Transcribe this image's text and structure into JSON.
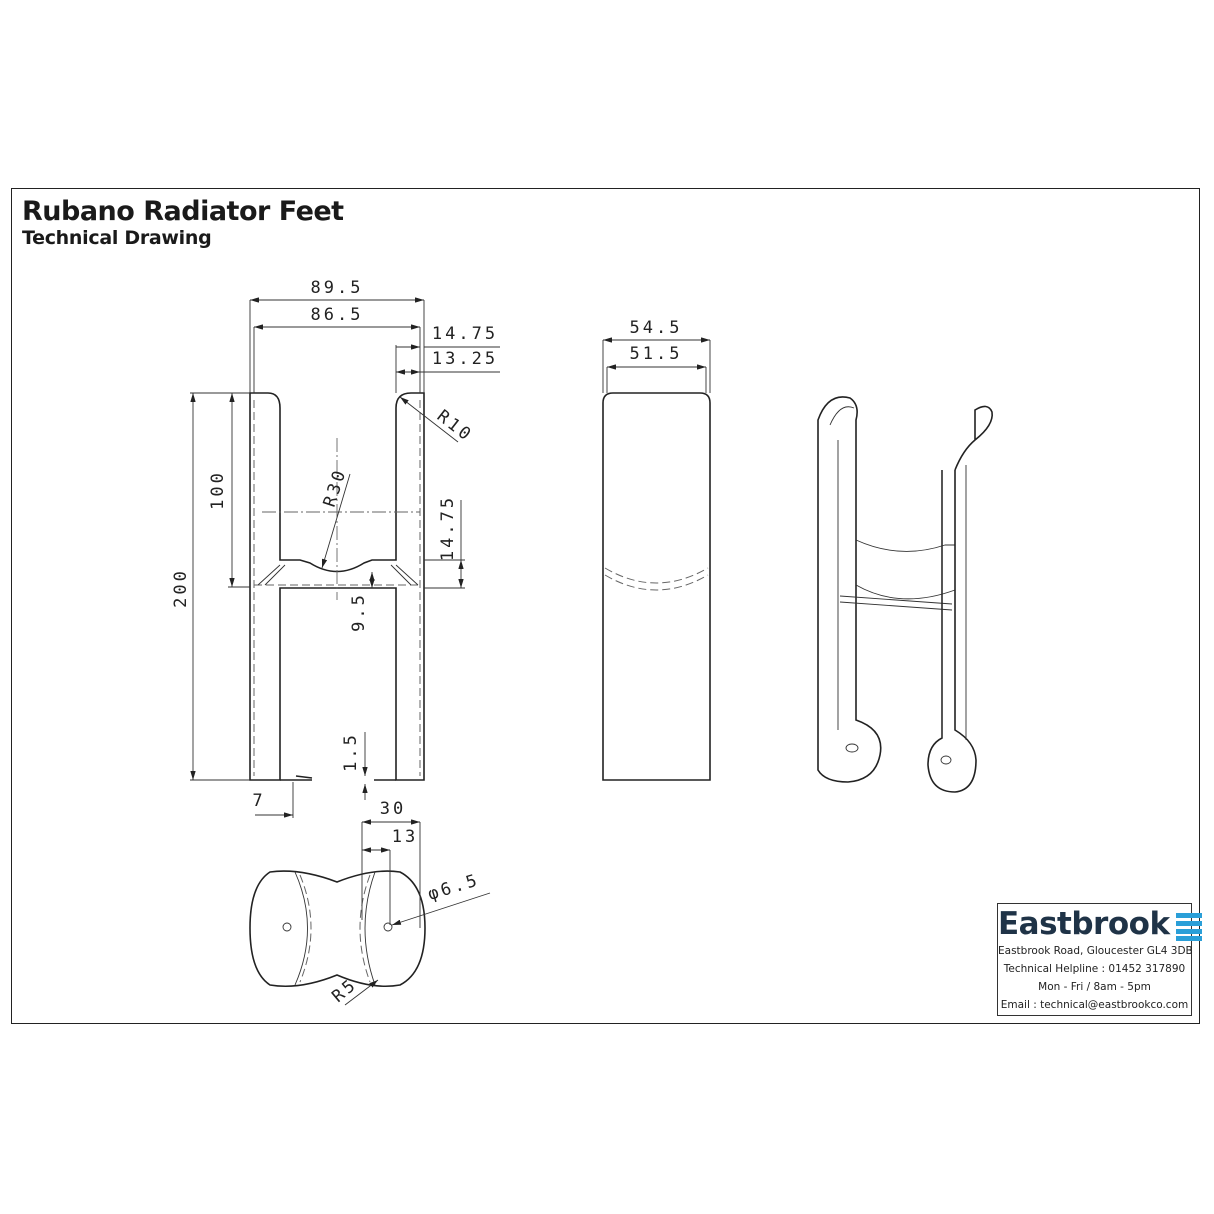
{
  "title": "Rubano Radiator Feet",
  "subtitle": "Technical Drawing",
  "dimensions": {
    "front_overall_width": "89.5",
    "front_inner_width": "86.5",
    "leg_outer_width": "14.75",
    "leg_inner_width": "13.25",
    "top_radius": "R10",
    "crossbar_radius": "R30",
    "half_height": "100",
    "total_height": "200",
    "crossbar_height": "14.75",
    "crossbar_offset": "9.5",
    "foot_thickness": "1.5",
    "foot_tab": "7",
    "side_outer_width": "54.5",
    "side_inner_width": "51.5",
    "base_width": "30",
    "hole_offset": "13",
    "hole_diameter": "φ6.5",
    "base_radius": "R5"
  },
  "logo": {
    "brand": "Eastbrook",
    "accent_color": "#2a9fd8",
    "text_color": "#1f3347",
    "address": "Eastbrook Road, Gloucester GL4 3DB",
    "helpline": "Technical Helpline : 01452 317890",
    "hours": "Mon - Fri / 8am - 5pm",
    "email": "Email : technical@eastbrookco.com"
  }
}
